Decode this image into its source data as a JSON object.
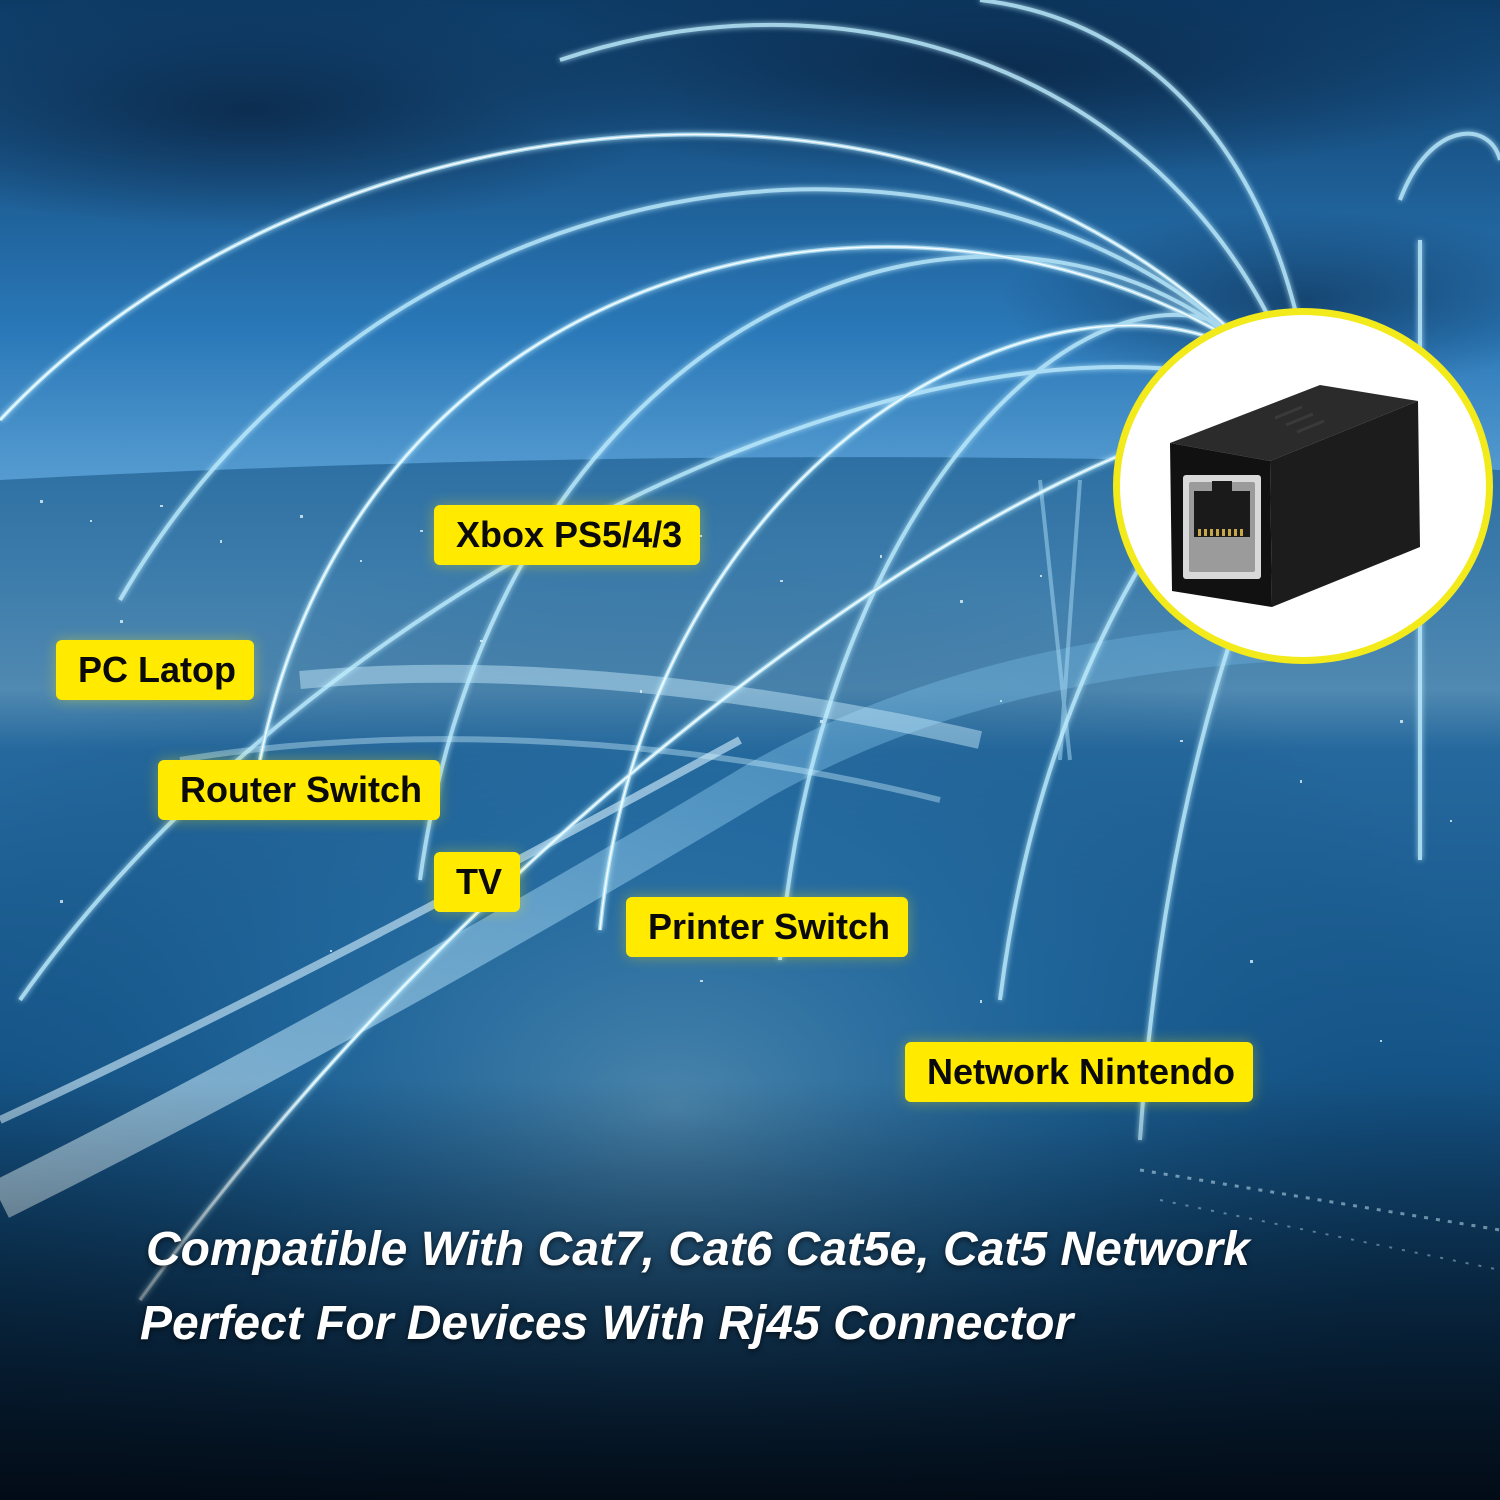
{
  "labels": {
    "xbox": "Xbox PS5/4/3",
    "pc": "PC Latop",
    "router": "Router Switch",
    "tv": "TV",
    "printer": "Printer Switch",
    "nintendo": "Network Nintendo"
  },
  "caption": {
    "line1": "Compatible With Cat7, Cat6 Cat5e, Cat5 Network",
    "line2": "Perfect For Devices With Rj45 Connector"
  },
  "colors": {
    "label_bg": "#ffea00",
    "label_text": "#0a0a0a",
    "inset_border": "#f2ea1a",
    "caption_text": "#ffffff",
    "network_glow": "#7fd8ff"
  },
  "product": {
    "icon": "rj45-coupler-icon"
  }
}
